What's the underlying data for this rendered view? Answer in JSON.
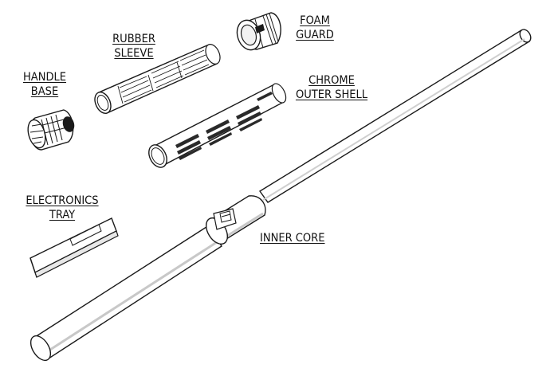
{
  "labels": {
    "foam_guard": [
      "FOAM",
      "GUARD"
    ],
    "rubber_sleeve": [
      "RUBBER",
      "SLEEVE"
    ],
    "handle_base": [
      "HANDLE",
      "BASE"
    ],
    "chrome_outer_shell": [
      "CHROME",
      "OUTER SHELL"
    ],
    "electronics_tray": [
      "ELECTRONICS",
      "TRAY"
    ],
    "inner_core": [
      "INNER CORE"
    ]
  }
}
